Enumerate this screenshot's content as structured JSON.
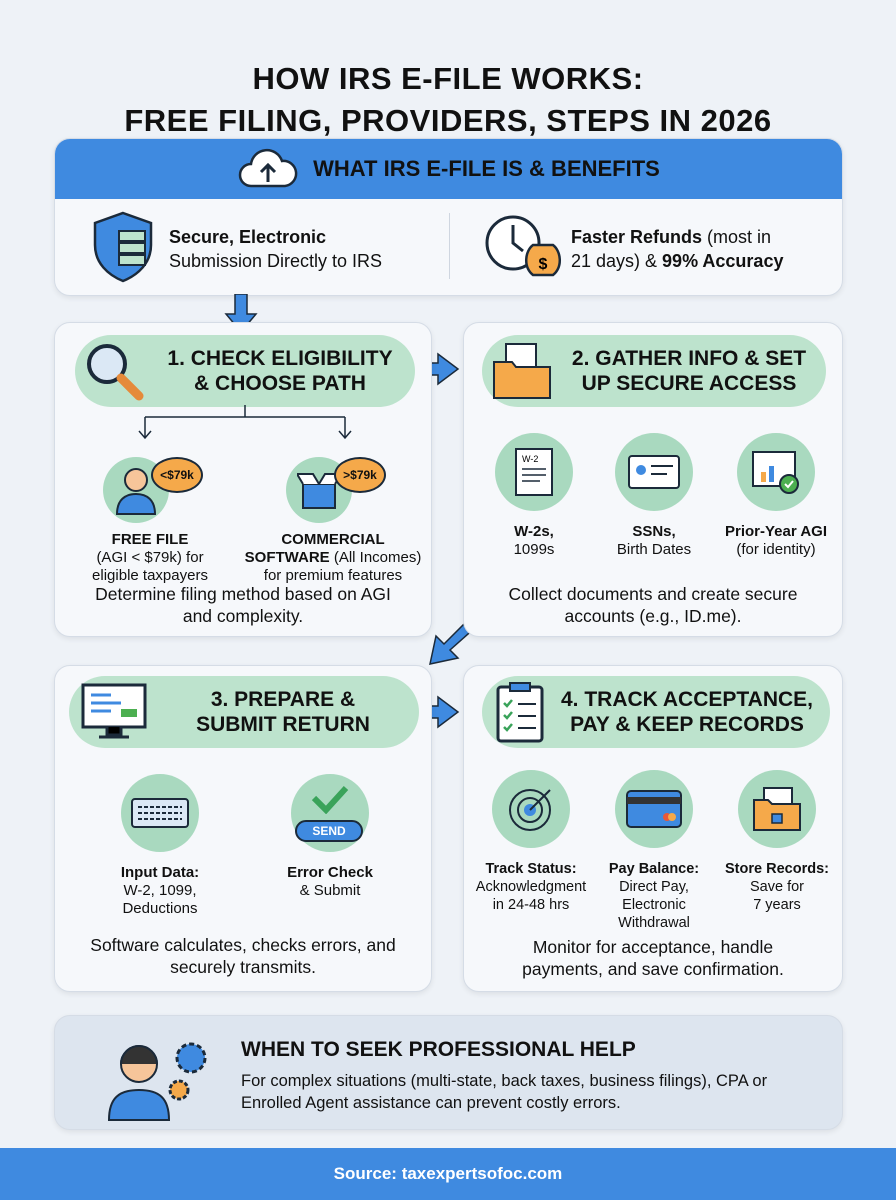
{
  "title": {
    "line1": "HOW IRS E-FILE WORKS:",
    "line2": "FREE FILING, PROVIDERS, STEPS IN 2026"
  },
  "overview": {
    "header": "WHAT IRS E-FILE IS & BENEFITS",
    "left": {
      "bold": "Secure, Electronic",
      "text": "Submission Directly to IRS"
    },
    "right": {
      "bold1": "Faster Refunds",
      "text1": " (most in",
      "text2": "21 days) & ",
      "bold2": "99% Accuracy"
    }
  },
  "step1": {
    "title1": "1. CHECK ELIGIBILITY",
    "title2": "& CHOOSE PATH",
    "items": [
      {
        "badge": "<$79k",
        "bold": "FREE FILE",
        "l2": "(AGI < $79k) for",
        "l3": "eligible taxpayers"
      },
      {
        "badge": ">$79k",
        "bold": "COMMERCIAL",
        "bold2": "SOFTWARE",
        "l2": " (All Incomes)",
        "l3": "for premium features"
      }
    ],
    "desc": "Determine filing method based on AGI and complexity."
  },
  "step2": {
    "title1": "2. GATHER INFO & SET",
    "title2": "UP SECURE ACCESS",
    "items": [
      {
        "bold": "W-2s,",
        "text": "1099s",
        "icon_label": "W-2"
      },
      {
        "bold": "SSNs,",
        "text": "Birth Dates"
      },
      {
        "bold": "Prior-Year AGI",
        "text": "(for identity)"
      }
    ],
    "desc": "Collect documents and create secure accounts (e.g., ID.me)."
  },
  "step3": {
    "title1": "3. PREPARE &",
    "title2": "SUBMIT RETURN",
    "items": [
      {
        "bold": "Input Data:",
        "l2": "W-2, 1099,",
        "l3": "Deductions"
      },
      {
        "bold": "Error Check",
        "l2": "& Submit",
        "button": "SEND"
      }
    ],
    "desc": "Software calculates, checks errors, and securely transmits."
  },
  "step4": {
    "title1": "4. TRACK ACCEPTANCE,",
    "title2": "PAY & KEEP RECORDS",
    "items": [
      {
        "bold": "Track Status:",
        "l2": "Acknowledgment",
        "l3": "in 24-48 hrs"
      },
      {
        "bold": "Pay Balance:",
        "l2": "Direct Pay,",
        "l3": "Electronic",
        "l4": "Withdrawal"
      },
      {
        "bold": "Store Records:",
        "l2": "Save for",
        "l3": "7 years"
      }
    ],
    "desc": "Monitor for acceptance, handle payments, and save confirmation."
  },
  "help": {
    "title": "WHEN TO SEEK PROFESSIONAL HELP",
    "text": "For complex situations (multi-state, back taxes, business filings), CPA or Enrolled Agent assistance can prevent costly errors."
  },
  "footer": "Source: taxexpertsofoc.com",
  "colors": {
    "blue": "#3f8ae0",
    "green_pill": "#bde3cd",
    "green_circle": "#a9d9bf",
    "orange": "#f5a94a"
  }
}
